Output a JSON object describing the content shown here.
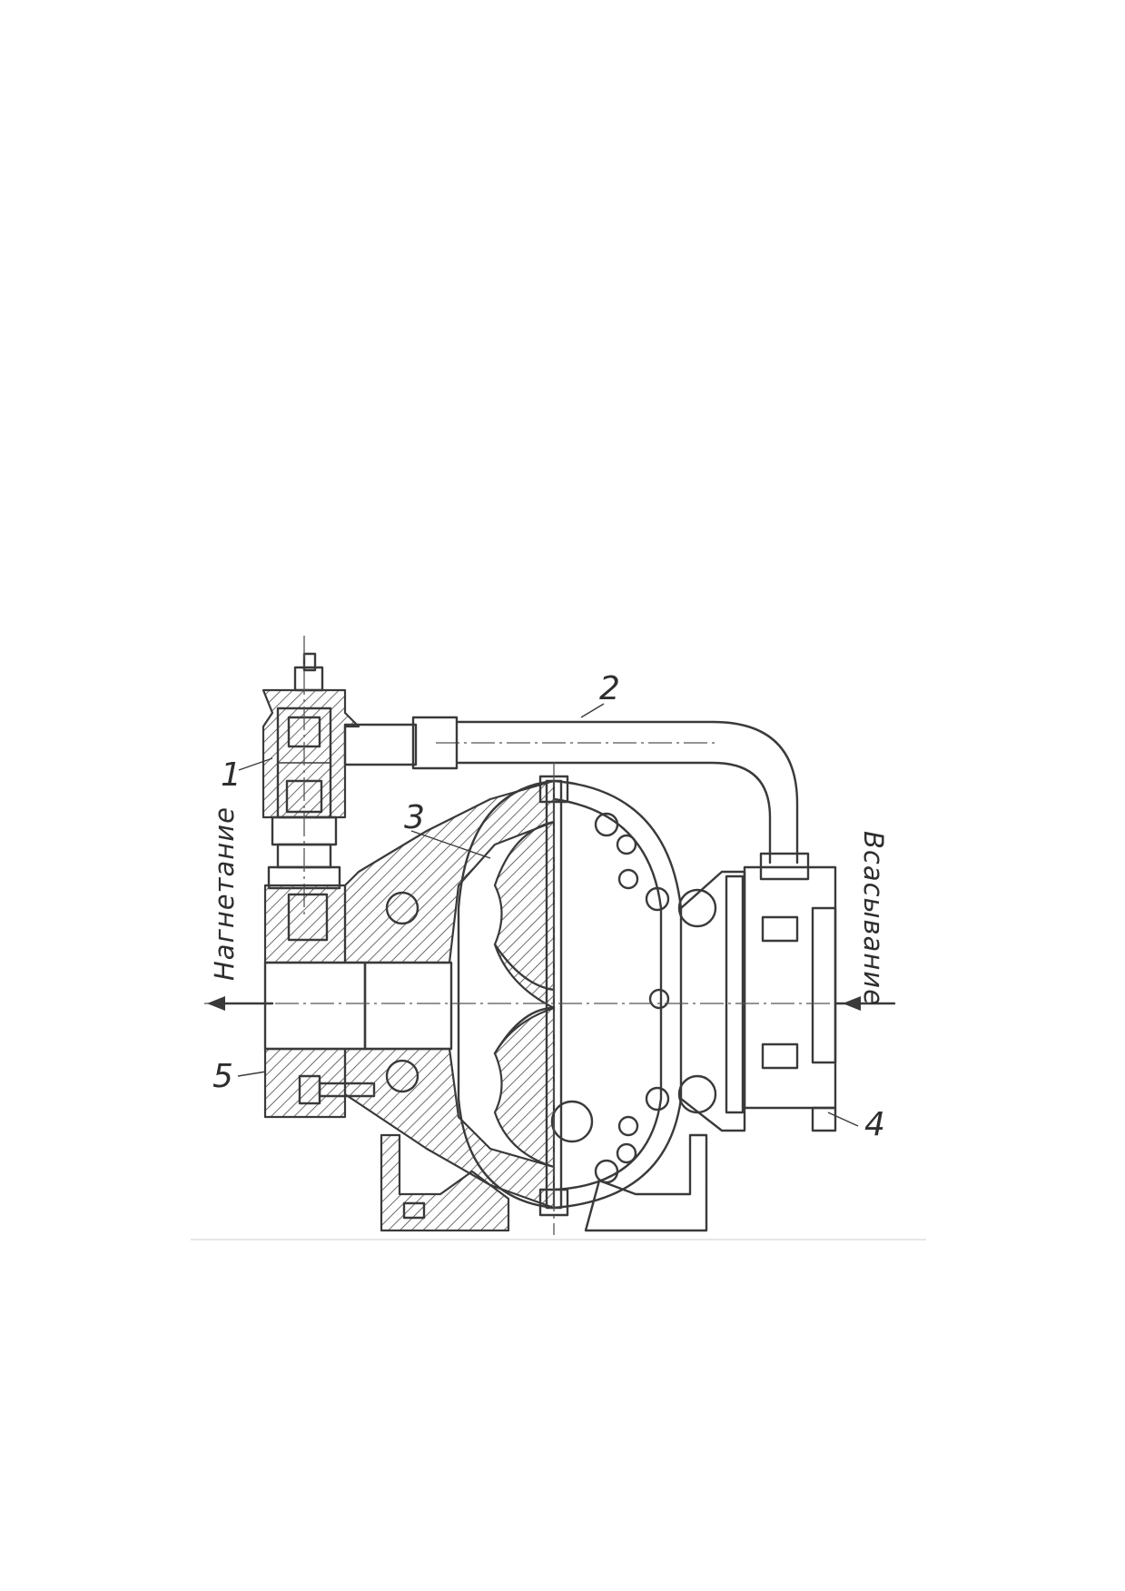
{
  "labels": {
    "part_1": "1",
    "part_2": "2",
    "part_3": "3",
    "part_4": "4",
    "part_5": "5",
    "discharge": "Нагнетание",
    "suction": "Всасывание"
  },
  "colors": {
    "line": "#3a3a3a",
    "background": "#ffffff"
  }
}
